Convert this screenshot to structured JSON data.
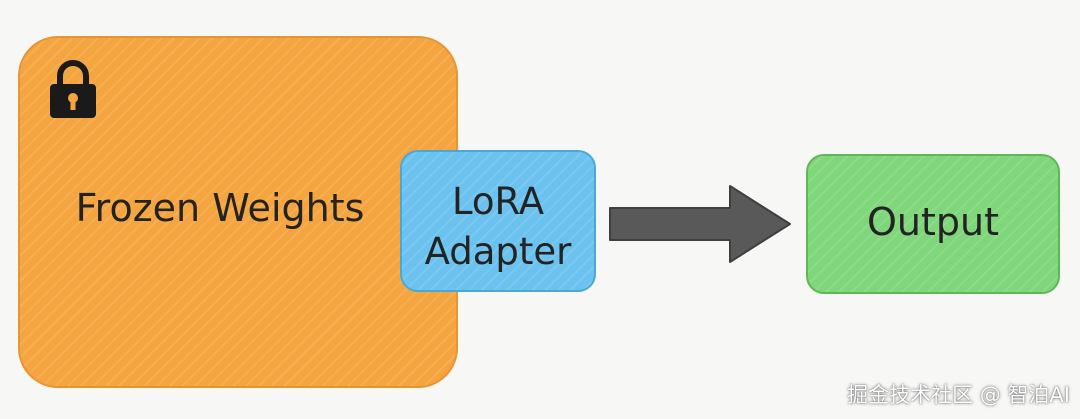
{
  "diagram": {
    "frozen": {
      "label": "Frozen Weights",
      "color": "#f5a540",
      "icon": "lock-icon"
    },
    "adapter": {
      "line1": "LoRA",
      "line2": "Adapter",
      "color": "#6cc2ee"
    },
    "arrow": {
      "icon": "right-arrow-icon",
      "color": "#595959"
    },
    "output": {
      "label": "Output",
      "color": "#80d67a"
    }
  },
  "watermark": "掘金技术社区 @ 智泊AI"
}
